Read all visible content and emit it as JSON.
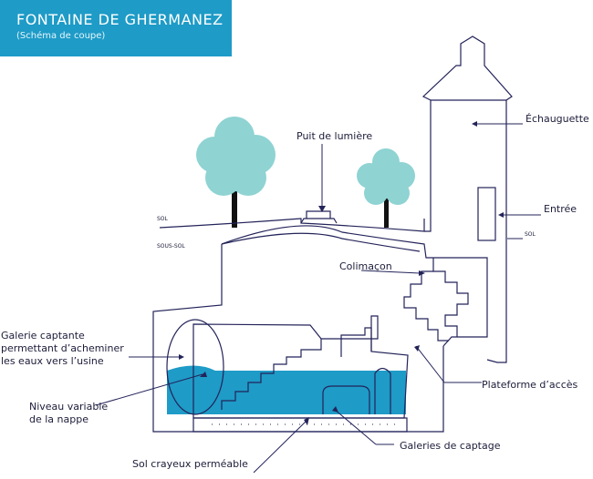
{
  "header": {
    "title": "FONTAINE DE GHERMANEZ",
    "subtitle": "(Schéma de coupe)"
  },
  "labels": {
    "puit": "Puit de lumière",
    "echauguette": "Échauguette",
    "entree": "Entrée",
    "sol_right": "SOL",
    "sol_left": "SOL",
    "sous_sol": "SOUS-SOL",
    "colimacon": "Colimaçon",
    "galerie_1": "Galerie captante",
    "galerie_2": "permettant d’acheminer",
    "galerie_3": "les eaux vers l’usine",
    "plateforme": "Plateforme d’accès",
    "niveau_1": "Niveau variable",
    "niveau_2": "de la nappe",
    "galeries_captage": "Galeries de captage",
    "sol_crayeux": "Sol crayeux perméable"
  },
  "colors": {
    "header_bg": "#1e9bc7",
    "tree": "#8fd3d3",
    "water": "#1e9bc7",
    "line": "#23235a"
  }
}
